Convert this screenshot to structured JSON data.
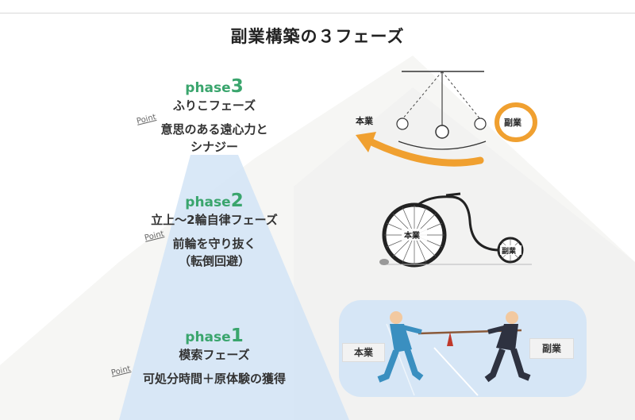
{
  "title": "副業構築の３フェーズ",
  "point_label": "Point",
  "phases": [
    {
      "word": "phase",
      "num": "3",
      "name": "ふりこフェーズ",
      "points": [
        "意思のある遠心力と",
        "シナジー"
      ]
    },
    {
      "word": "phase",
      "num": "2",
      "name": "立上〜2輪自律フェーズ",
      "points": [
        "前輪を守り抜く",
        "（転倒回避）"
      ]
    },
    {
      "word": "phase",
      "num": "1",
      "name": "模索フェーズ",
      "points": [
        "可処分時間＋原体験の獲得"
      ]
    }
  ],
  "illustrations": {
    "pendulum": {
      "left_label": "本業",
      "right_label": "副業"
    },
    "bicycle": {
      "front_label": "本業",
      "rear_label": "副業"
    },
    "tug_of_war": {
      "left_label": "本業",
      "right_label": "副業"
    }
  },
  "colors": {
    "accent_green": "#3aa56d",
    "highlight_orange": "#f0a030",
    "light_blue": "#c7ddf1",
    "panel_blue": "#d6e6f6"
  }
}
